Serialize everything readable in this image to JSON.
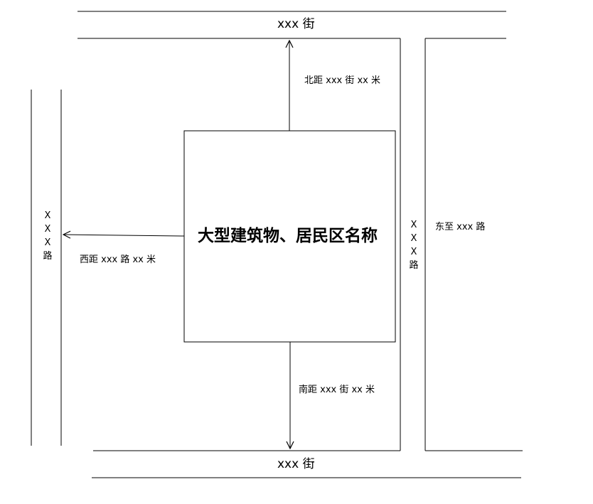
{
  "diagram": {
    "building_label": "大型建筑物、居民区名称",
    "north_street": "xxx 街",
    "south_street": "xxx 街",
    "north_distance": "北距 xxx 街 xx 米",
    "south_distance": "南距 xxx 街 xx 米",
    "west_distance": "西距 xxx 路 xx 米",
    "east_to": "东至 xxx 路",
    "west_road_chars": [
      "X",
      "X",
      "X",
      "路"
    ],
    "middle_road_chars": [
      "X",
      "X",
      "X",
      "路"
    ]
  }
}
